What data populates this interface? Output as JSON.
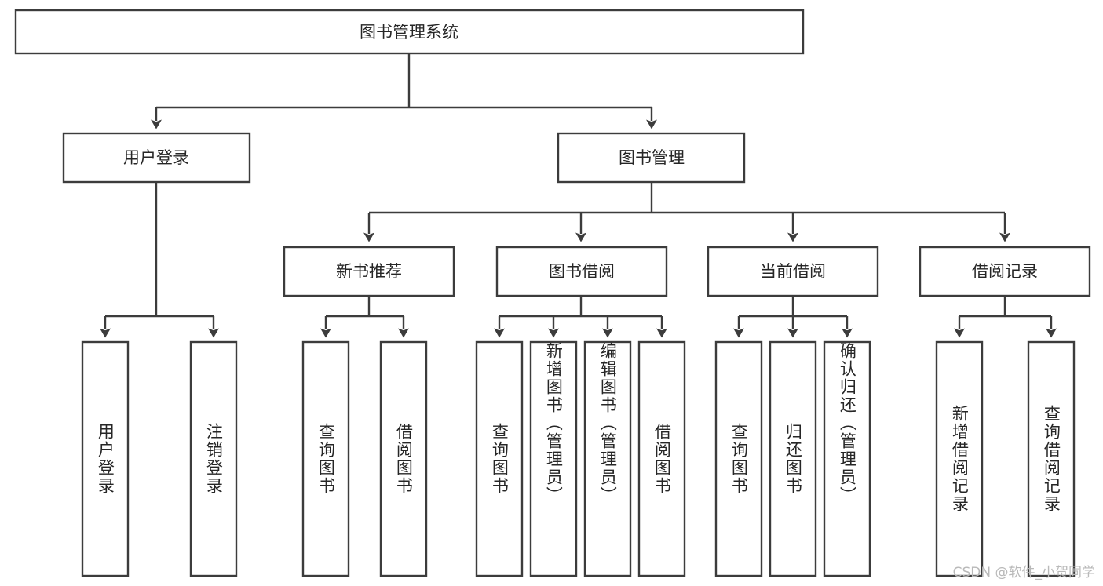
{
  "diagram": {
    "type": "hierarchy-tree",
    "title": "图书管理系统",
    "root": {
      "id": "root",
      "label": "图书管理系统",
      "orientation": "horizontal"
    },
    "level2": [
      {
        "id": "user-login",
        "label": "用户登录",
        "orientation": "horizontal"
      },
      {
        "id": "book-management",
        "label": "图书管理",
        "orientation": "horizontal"
      }
    ],
    "level3": [
      {
        "id": "new-book-recommend",
        "label": "新书推荐",
        "orientation": "horizontal",
        "parent": "book-management"
      },
      {
        "id": "book-borrow",
        "label": "图书借阅",
        "orientation": "horizontal",
        "parent": "book-management"
      },
      {
        "id": "current-borrow",
        "label": "当前借阅",
        "orientation": "horizontal",
        "parent": "book-management"
      },
      {
        "id": "borrow-record",
        "label": "借阅记录",
        "orientation": "horizontal",
        "parent": "book-management"
      }
    ],
    "leaves": [
      {
        "id": "leaf-user-login",
        "label": "用户登录",
        "orientation": "vertical",
        "parent": "user-login"
      },
      {
        "id": "leaf-logout-login",
        "label": "注销登录",
        "orientation": "vertical",
        "parent": "user-login"
      },
      {
        "id": "leaf-query-book-1",
        "label": "查询图书",
        "orientation": "vertical",
        "parent": "new-book-recommend"
      },
      {
        "id": "leaf-borrow-book-1",
        "label": "借阅图书",
        "orientation": "vertical",
        "parent": "new-book-recommend"
      },
      {
        "id": "leaf-query-book-2",
        "label": "查询图书",
        "orientation": "vertical",
        "parent": "book-borrow"
      },
      {
        "id": "leaf-add-book",
        "label": "新增图书（管理员）",
        "orientation": "vertical",
        "parent": "book-borrow"
      },
      {
        "id": "leaf-edit-book",
        "label": "编辑图书（管理员）",
        "orientation": "vertical",
        "parent": "book-borrow"
      },
      {
        "id": "leaf-borrow-book-2",
        "label": "借阅图书",
        "orientation": "vertical",
        "parent": "book-borrow"
      },
      {
        "id": "leaf-query-book-3",
        "label": "查询图书",
        "orientation": "vertical",
        "parent": "current-borrow"
      },
      {
        "id": "leaf-return-book",
        "label": "归还图书",
        "orientation": "vertical",
        "parent": "current-borrow"
      },
      {
        "id": "leaf-confirm-return",
        "label": "确认归还（管理员）",
        "orientation": "vertical",
        "parent": "current-borrow"
      },
      {
        "id": "leaf-add-record",
        "label": "新增借阅记录",
        "orientation": "vertical",
        "parent": "borrow-record"
      },
      {
        "id": "leaf-query-record",
        "label": "查询借阅记录",
        "orientation": "vertical",
        "parent": "borrow-record"
      }
    ],
    "colors": {
      "stroke": "#3c3c3c",
      "fill": "#ffffff",
      "text": "#262626",
      "background": "#ffffff",
      "watermark": "#b9b9b9"
    }
  },
  "watermark": {
    "text": "CSDN @软件_小贺同学"
  }
}
